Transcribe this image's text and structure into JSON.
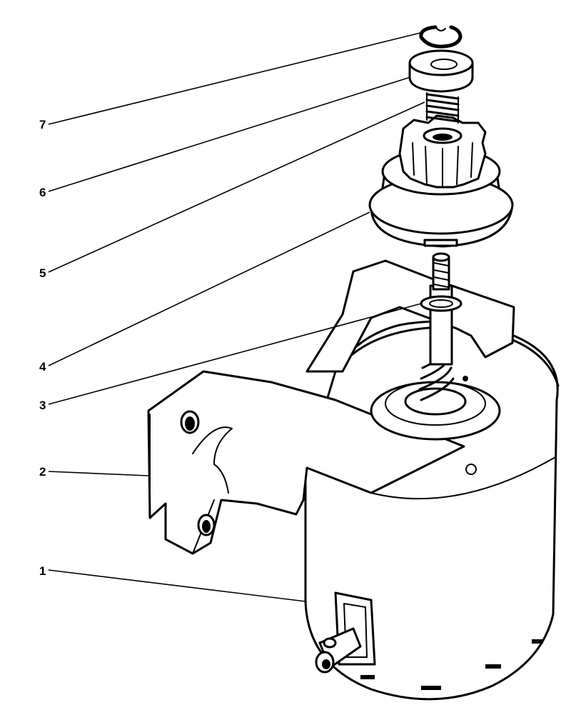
{
  "callouts": [
    {
      "id": "7",
      "label": "7",
      "part": "retaining-ring"
    },
    {
      "id": "6",
      "label": "6",
      "part": "stop-nut-washer"
    },
    {
      "id": "5",
      "label": "5",
      "part": "spring"
    },
    {
      "id": "4",
      "label": "4",
      "part": "pinion-gear"
    },
    {
      "id": "3",
      "label": "3",
      "part": "thrust-washer"
    },
    {
      "id": "2",
      "label": "2",
      "part": "mounting-bracket"
    },
    {
      "id": "1",
      "label": "1",
      "part": "starter-motor-housing"
    }
  ],
  "colors": {
    "ink": "#000000",
    "paper": "#ffffff"
  }
}
